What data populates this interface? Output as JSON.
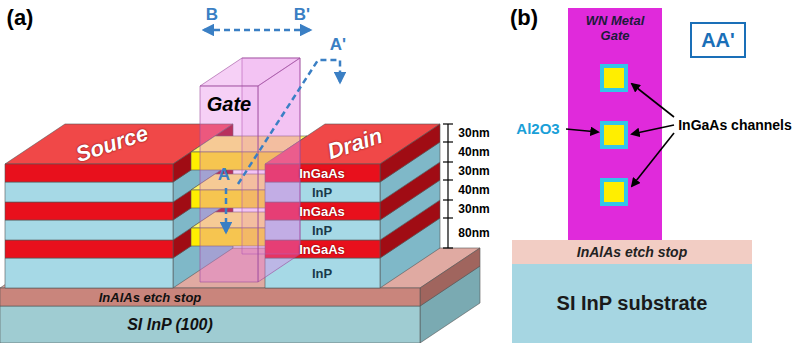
{
  "diagram": {
    "nodes": [
      {
        "text": [
          "WN Metal Gate"
        ]
      },
      {
        "text": [
          "AA'"
        ]
      },
      {
        "text": [
          "InAlAs etch stop"
        ]
      },
      {
        "text": [
          "SI InP substrate"
        ]
      }
    ],
    "labels": [
      "(a)",
      "B",
      "B'",
      "A'",
      "A",
      "Gate",
      "Source",
      "Drain",
      "InGaAs",
      "InP",
      "InGaAs",
      "InP",
      "InGaAs",
      "InP",
      "InAlAs etch stop",
      "SI InP (100)",
      "30nm",
      "40nm",
      "30nm",
      "40nm",
      "30nm",
      "80nm",
      "(b)",
      "Al2O3",
      "InGaAs channels"
    ]
  }
}
